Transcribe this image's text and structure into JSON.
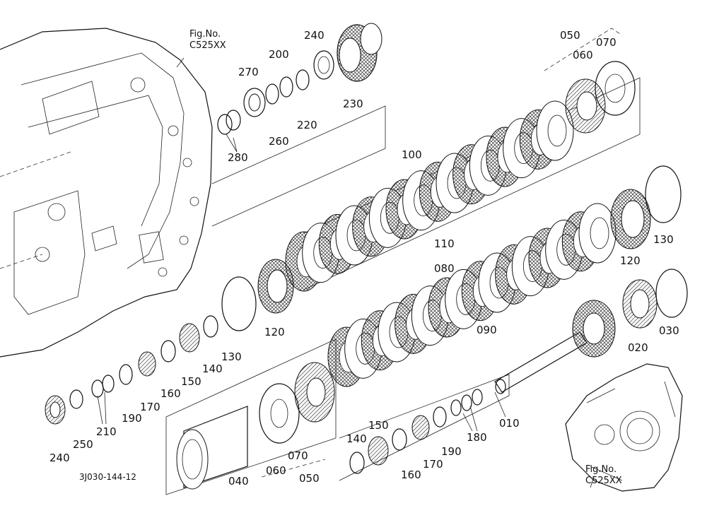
{
  "figure_refs": [
    {
      "id": "ref-top",
      "line1": "Fig.No.",
      "line2": "C525XX"
    },
    {
      "id": "ref-bottom",
      "line1": "Fig.No.",
      "line2": "C525XX"
    }
  ],
  "drawing_number": "3J030-144-12",
  "part_labels": {
    "p240_top": "240",
    "p230": "230",
    "p270": "270",
    "p200": "200",
    "p260": "260",
    "p220": "220",
    "p280": "280",
    "p050_top": "050",
    "p060_top": "060",
    "p070_top": "070",
    "p100": "100",
    "p110": "110",
    "p120_right": "120",
    "p130_right": "130",
    "p080": "080",
    "p090": "090",
    "p030": "030",
    "p020": "020",
    "p010": "010",
    "p120_left": "120",
    "p130_left": "130",
    "p140_left": "140",
    "p150_left": "150",
    "p160_left": "160",
    "p170_left": "170",
    "p190_left": "190",
    "p210": "210",
    "p250": "250",
    "p240_bottom": "240",
    "p040": "040",
    "p060_bottom": "060",
    "p070_bottom": "070",
    "p050_bottom": "050",
    "p140_right": "140",
    "p150_right": "150",
    "p160_right": "160",
    "p170_right": "170",
    "p190_right": "190",
    "p180": "180"
  }
}
